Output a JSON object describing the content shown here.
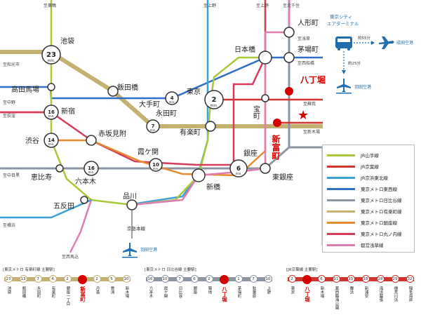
{
  "colors": {
    "yamanote": "#a8c83a",
    "keiyo": "#d2332a",
    "jr_tokaido": "#3aa0d8",
    "tozai": "#2f6fc6",
    "hibiya": "#8c96a3",
    "yurakucho": "#c4b070",
    "ginza": "#e68a2e",
    "marunouchi": "#d63b5a",
    "asakusa": "#e07cb2",
    "highlight": "#d40000"
  },
  "stations": {
    "ikebukuro": "池袋",
    "takadanobaba": "高田馬場",
    "shinjuku": "新宿",
    "shibuya": "渋谷",
    "ebisu": "恵比寿",
    "roppongi": "六本木",
    "gotanda": "五反田",
    "shinagawa": "品川",
    "iidabashi": "飯田橋",
    "otemachi": "大手町",
    "nagatacho": "永田町",
    "akasakamitsuke": "赤坂見附",
    "kasumigaseki": "霞ケ関",
    "shimbashi": "新橋",
    "ginza": "銀座",
    "higashiginza": "東銀座",
    "yurakucho": "有楽町",
    "tokyo": "東京",
    "takaracho": "宝町",
    "shintomicho": "新富町",
    "hatchobori": "八丁堀",
    "nihombashi": "日本橋",
    "ningyocho": "人形町",
    "kayabacho": "茅場町",
    "keikyu_line": "京急本線"
  },
  "minutes": {
    "ikebukuro": "23",
    "shinjuku": "16",
    "shibuya": "14",
    "roppongi": "16",
    "kasumigaseki": "10",
    "ginza": "6",
    "otemachi": "4",
    "nagatacho": "7",
    "tokyo": "2",
    "unit": "min."
  },
  "directions": {
    "sugamo": "至巣鴨",
    "ueno1": "至上野",
    "ueno2": "至上野",
    "kitasenju": "至北千住",
    "asakusa": "至浅草",
    "funabashi": "至西船橋",
    "wakoshi": "至和光市",
    "nakano": "至中野",
    "ogikubo": "至荻窪",
    "soga": "至蘇我",
    "shinkiba": "至新木場",
    "nakameguro": "至中目黒",
    "yokohama": "至横浜",
    "nishimagome": "至西馬込"
  },
  "airport": {
    "city_air_terminal": "東京シティ\nエアターミナル",
    "narita_time": "約55分",
    "narita": "成田空港",
    "haneda_time": "約25分",
    "haneda_right": "羽田空港",
    "haneda_left": "羽田空港"
  },
  "legend": [
    {
      "label": "JR山手線",
      "color": "#a8c83a"
    },
    {
      "label": "JR京葉線",
      "color": "#d2332a"
    },
    {
      "label": "JR京浜東北線",
      "color": "#3aa0d8"
    },
    {
      "label": "東京メトロ東西線",
      "color": "#2f6fc6"
    },
    {
      "label": "東京メトロ日比谷線",
      "color": "#8c96a3"
    },
    {
      "label": "東京メトロ有楽町線",
      "color": "#c4b070"
    },
    {
      "label": "東京メトロ銀座線",
      "color": "#e68a2e"
    },
    {
      "label": "東京メトロ丸ノ内線",
      "color": "#d63b5a"
    },
    {
      "label": "都営浅草線",
      "color": "#e07cb2"
    }
  ],
  "strips": [
    {
      "title": "[東京メトロ 有楽町線 主要駅]",
      "color": "#c4b070",
      "main_index": 5,
      "stations": [
        {
          "n": "23",
          "name": "池袋"
        },
        {
          "n": "13",
          "name": "飯田橋"
        },
        {
          "n": "7",
          "name": "永田町"
        },
        {
          "n": "4",
          "name": "有楽町"
        },
        {
          "n": "2",
          "name": "銀座一丁目"
        },
        {
          "n": "",
          "name": "新富町"
        },
        {
          "n": "2",
          "name": "月島"
        },
        {
          "n": "5",
          "name": "豊洲"
        },
        {
          "n": "10",
          "name": "新木場"
        }
      ]
    },
    {
      "title": "[東京メトロ 日比谷線 主要駅]",
      "color": "#8c96a3",
      "main_index": 5,
      "stations": [
        {
          "n": "16",
          "name": "六本木"
        },
        {
          "n": "10",
          "name": "霞ケ関"
        },
        {
          "n": "7",
          "name": "日比谷"
        },
        {
          "n": "6",
          "name": "銀座"
        },
        {
          "n": "2",
          "name": "築地"
        },
        {
          "n": "",
          "name": "八丁堀"
        },
        {
          "n": "1",
          "name": "茅場町"
        },
        {
          "n": "7",
          "name": "秋葉原"
        },
        {
          "n": "10",
          "name": "上野"
        }
      ]
    },
    {
      "title": "[JR京葉線 主要駅]",
      "color": "#d2332a",
      "main_index": 1,
      "stations": [
        {
          "n": "2",
          "name": "東京"
        },
        {
          "n": "",
          "name": "八丁堀"
        },
        {
          "n": "6",
          "name": "新木場"
        },
        {
          "n": "11",
          "name": "葛西臨海公園"
        },
        {
          "n": "15",
          "name": "舞浜"
        },
        {
          "n": "18",
          "name": "新浦安"
        },
        {
          "n": "28",
          "name": "海浜幕張"
        },
        {
          "n": "29",
          "name": "検見川浜"
        },
        {
          "n": "32",
          "name": "稲毛海岸"
        }
      ]
    }
  ]
}
